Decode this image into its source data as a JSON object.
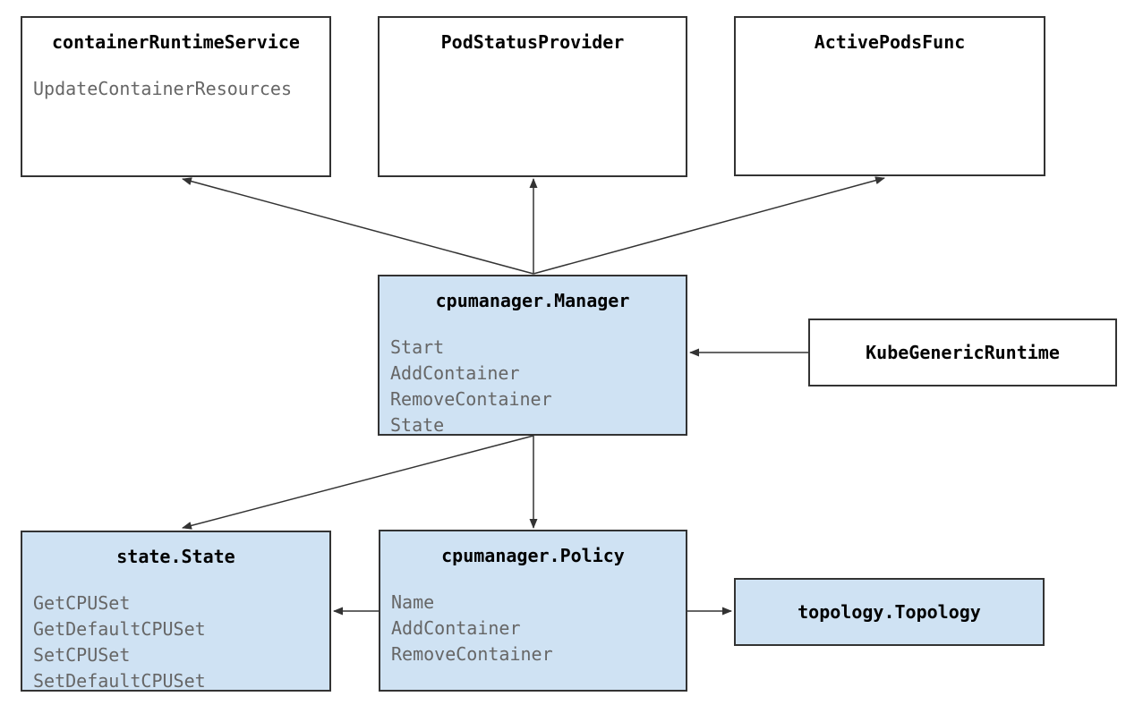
{
  "colors": {
    "highlight_fill": "#cfe2f3",
    "box_fill": "#ffffff",
    "border": "#333333",
    "arrow": "#333333",
    "title_color": "#000000",
    "method_color": "#666666"
  },
  "diagram": {
    "boxes": {
      "container_runtime_service": {
        "title": "containerRuntimeService",
        "methods": [
          "UpdateContainerResources"
        ]
      },
      "pod_status_provider": {
        "title": "PodStatusProvider",
        "methods": []
      },
      "active_pods_func": {
        "title": "ActivePodsFunc",
        "methods": []
      },
      "cpumanager_manager": {
        "title": "cpumanager.Manager",
        "methods": [
          "Start",
          "AddContainer",
          "RemoveContainer",
          "State"
        ]
      },
      "kube_generic_runtime": {
        "title": "KubeGenericRuntime",
        "methods": []
      },
      "state_state": {
        "title": "state.State",
        "methods": [
          "GetCPUSet",
          "GetDefaultCPUSet",
          "SetCPUSet",
          "SetDefaultCPUSet"
        ]
      },
      "cpumanager_policy": {
        "title": "cpumanager.Policy",
        "methods": [
          "Name",
          "AddContainer",
          "RemoveContainer"
        ]
      },
      "topology_topology": {
        "title": "topology.Topology",
        "methods": []
      }
    },
    "relations": [
      "cpumanager.Manager -> containerRuntimeService",
      "cpumanager.Manager -> PodStatusProvider",
      "cpumanager.Manager -> ActivePodsFunc",
      "cpumanager.Manager -> state.State",
      "cpumanager.Manager -> cpumanager.Policy",
      "KubeGenericRuntime -> cpumanager.Manager",
      "cpumanager.Policy -> state.State",
      "cpumanager.Policy -> topology.Topology"
    ]
  }
}
